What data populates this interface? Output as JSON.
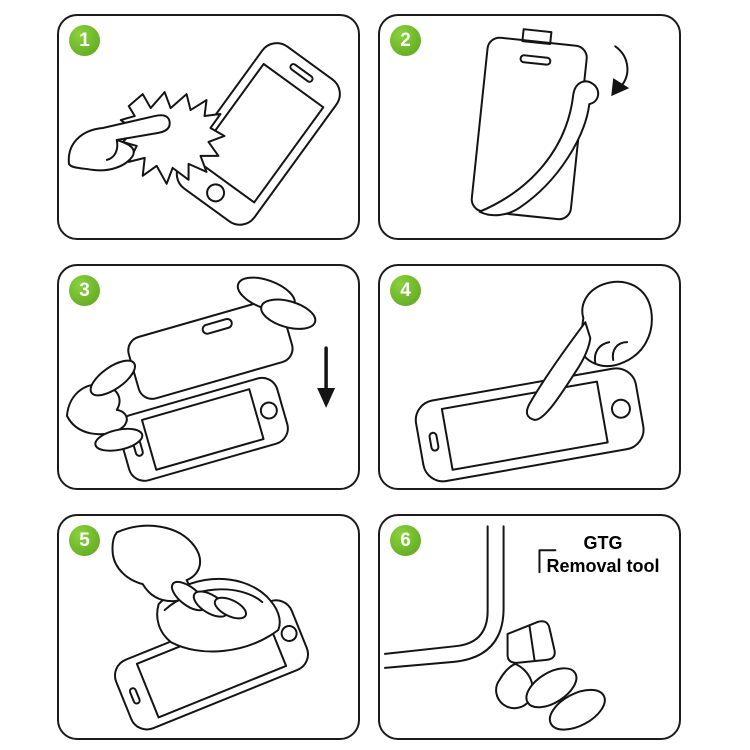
{
  "colors": {
    "badge_green": "#6ab52e",
    "line_color": "#141414",
    "background": "#ffffff"
  },
  "steps": [
    {
      "number": "1",
      "icon": "wipe-screen-with-cloth-icon"
    },
    {
      "number": "2",
      "icon": "peel-protective-film-icon"
    },
    {
      "number": "3",
      "icon": "align-protector-over-phone-icon"
    },
    {
      "number": "4",
      "icon": "press-screen-with-finger-icon"
    },
    {
      "number": "5",
      "icon": "smooth-film-with-card-icon"
    },
    {
      "number": "6",
      "icon": "corner-removal-tool-icon",
      "label": {
        "line1": "GTG",
        "line2": "Removal tool"
      }
    }
  ]
}
